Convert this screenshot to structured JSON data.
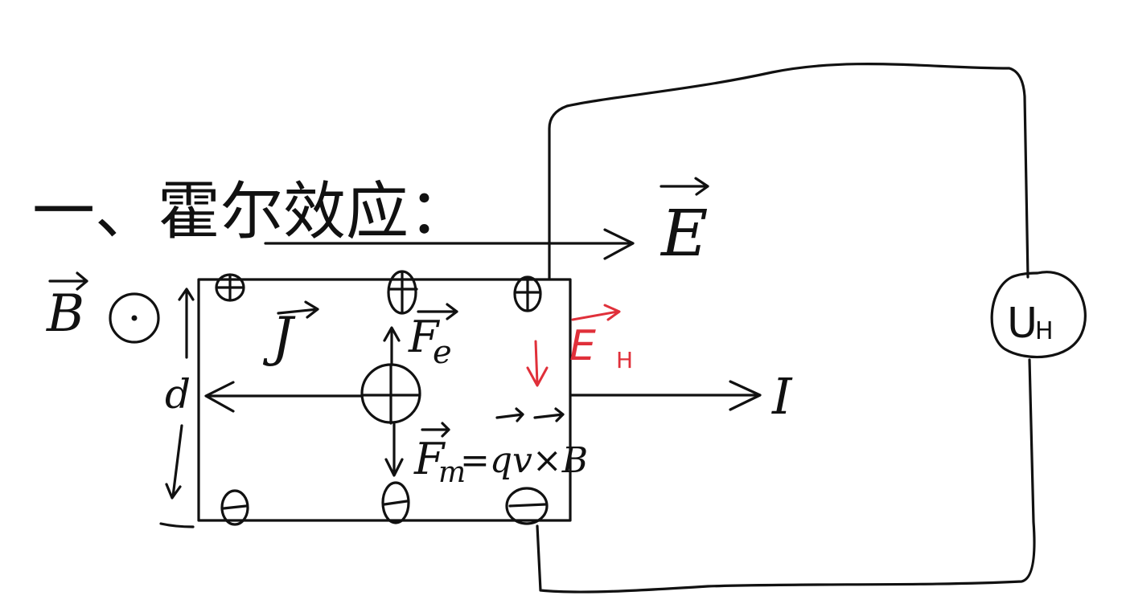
{
  "title": "一、霍尔效应：",
  "labels": {
    "field_E": "E",
    "magnetic_B": "B",
    "current_density": "J",
    "thickness": "d",
    "electric_force": "F",
    "electric_force_sub": "e",
    "hall_field": "E",
    "hall_field_sub": "H",
    "current": "I",
    "magnetic_force": "F",
    "magnetic_force_sub": "m",
    "magnetic_force_eq": "=qv×B",
    "voltmeter": "U",
    "voltmeter_sub": "H"
  },
  "symbols": {
    "positive_charge": "⊕",
    "negative_charge": "⊖",
    "out_of_page": "⊙"
  },
  "colors": {
    "ink": "#111111",
    "hall_field": "#e0303a"
  }
}
